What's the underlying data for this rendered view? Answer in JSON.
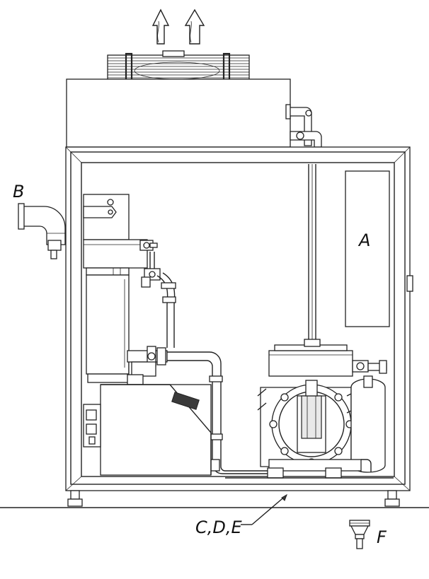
{
  "labels": {
    "a": "A",
    "b": "B",
    "cde": "C,D,E",
    "f": "F"
  },
  "colors": {
    "line": "#222222",
    "background": "#ffffff"
  }
}
